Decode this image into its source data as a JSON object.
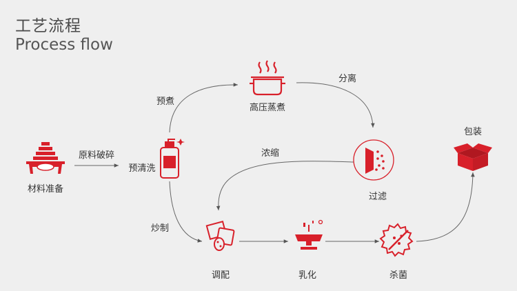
{
  "header": {
    "title_zh": "工艺流程",
    "title_en": "Process flow"
  },
  "nodes": {
    "materials": "材料准备",
    "prewash": "预清洗",
    "boil": "高压蒸煮",
    "filter": "过滤",
    "package": "包装",
    "blend": "调配",
    "emulsify": "乳化",
    "sterilize": "杀菌"
  },
  "edges": {
    "crush": "原料破碎",
    "preboil": "预煮",
    "separate": "分离",
    "concentrate": "浓缩",
    "stirfry": "炒制"
  },
  "colors": {
    "accent": "#d8202a",
    "arrow": "#555555",
    "text": "#333333"
  }
}
